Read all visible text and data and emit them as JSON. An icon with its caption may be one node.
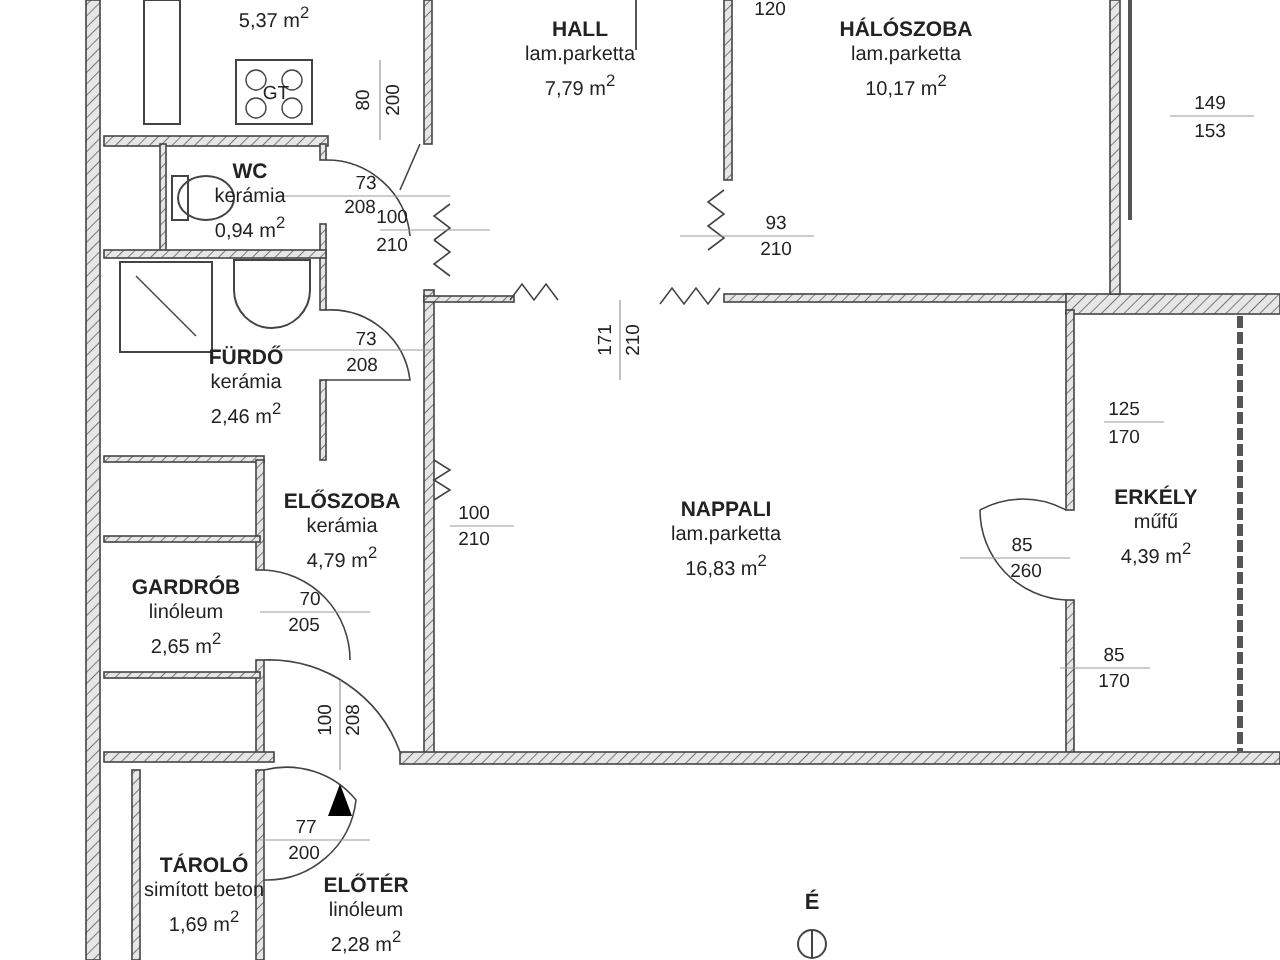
{
  "diagram": {
    "nodes": [
      {
        "text": [
          "5,37 m$^{2}$"
        ]
      },
      {
        "text": [
          "HALL",
          "lam.parketta",
          "7,79 m$^{2}$"
        ]
      },
      {
        "text": [
          "HÁLÓSZOBA",
          "lam.parketta",
          "10,17 m$^{2}$"
        ]
      },
      {
        "text": [
          "WC",
          "kerámia",
          "0,94 m$^{2}$"
        ]
      },
      {
        "text": [
          "FÜRDŐ",
          "kerámia",
          "2,46 m$^{2}$"
        ]
      },
      {
        "text": [
          "ELŐSZOBA",
          "kerámia",
          "4,79 m$^{2}$"
        ]
      },
      {
        "text": [
          "NAPPALI",
          "lam.parketta",
          "16,83 m$^{2}$"
        ]
      },
      {
        "text": [
          "ERKÉLY",
          "műfű",
          "4,39 m$^{2}$"
        ]
      },
      {
        "text": [
          "GARDRÓB",
          "linóleum",
          "2,65 m$^{2}$"
        ]
      },
      {
        "text": [
          "TÁROLÓ",
          "simított beton",
          "1,69 m$^{2}$"
        ]
      },
      {
        "text": [
          "ELŐTÉR",
          "linóleum",
          "2,28 m$^{2}$"
        ]
      }
    ],
    "labels": [
      "120",
      "80",
      "200",
      "GT",
      "149",
      "153",
      "73",
      "208",
      "100",
      "93",
      "210",
      "210",
      "171",
      "210",
      "73",
      "208",
      "125",
      "170",
      "100",
      "210",
      "85",
      "260",
      "70",
      "205",
      "85",
      "170",
      "100",
      "208",
      "77",
      "200",
      "É"
    ]
  }
}
